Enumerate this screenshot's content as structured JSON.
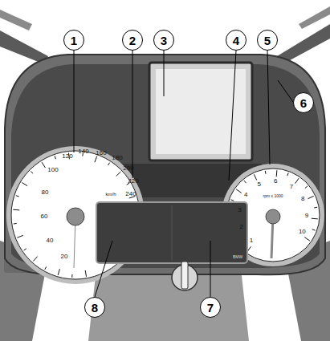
{
  "diagram": {
    "nodes": [
      {
        "text": [
          "1"
        ]
      },
      {
        "text": [
          "2"
        ]
      },
      {
        "text": [
          "3"
        ]
      },
      {
        "text": [
          "4"
        ]
      },
      {
        "text": [
          "5"
        ]
      },
      {
        "text": [
          "6"
        ]
      },
      {
        "text": [
          "7"
        ]
      },
      {
        "text": [
          "8"
        ]
      }
    ],
    "labels": [
      "20",
      "40",
      "60",
      "80",
      "100",
      "120",
      "140",
      "160",
      "180",
      "200",
      "220",
      "240",
      "km/h",
      "1",
      "2",
      "3",
      "4",
      "5",
      "6",
      "7",
      "8",
      "9",
      "10",
      "rpm x 1000",
      "BMW"
    ]
  }
}
